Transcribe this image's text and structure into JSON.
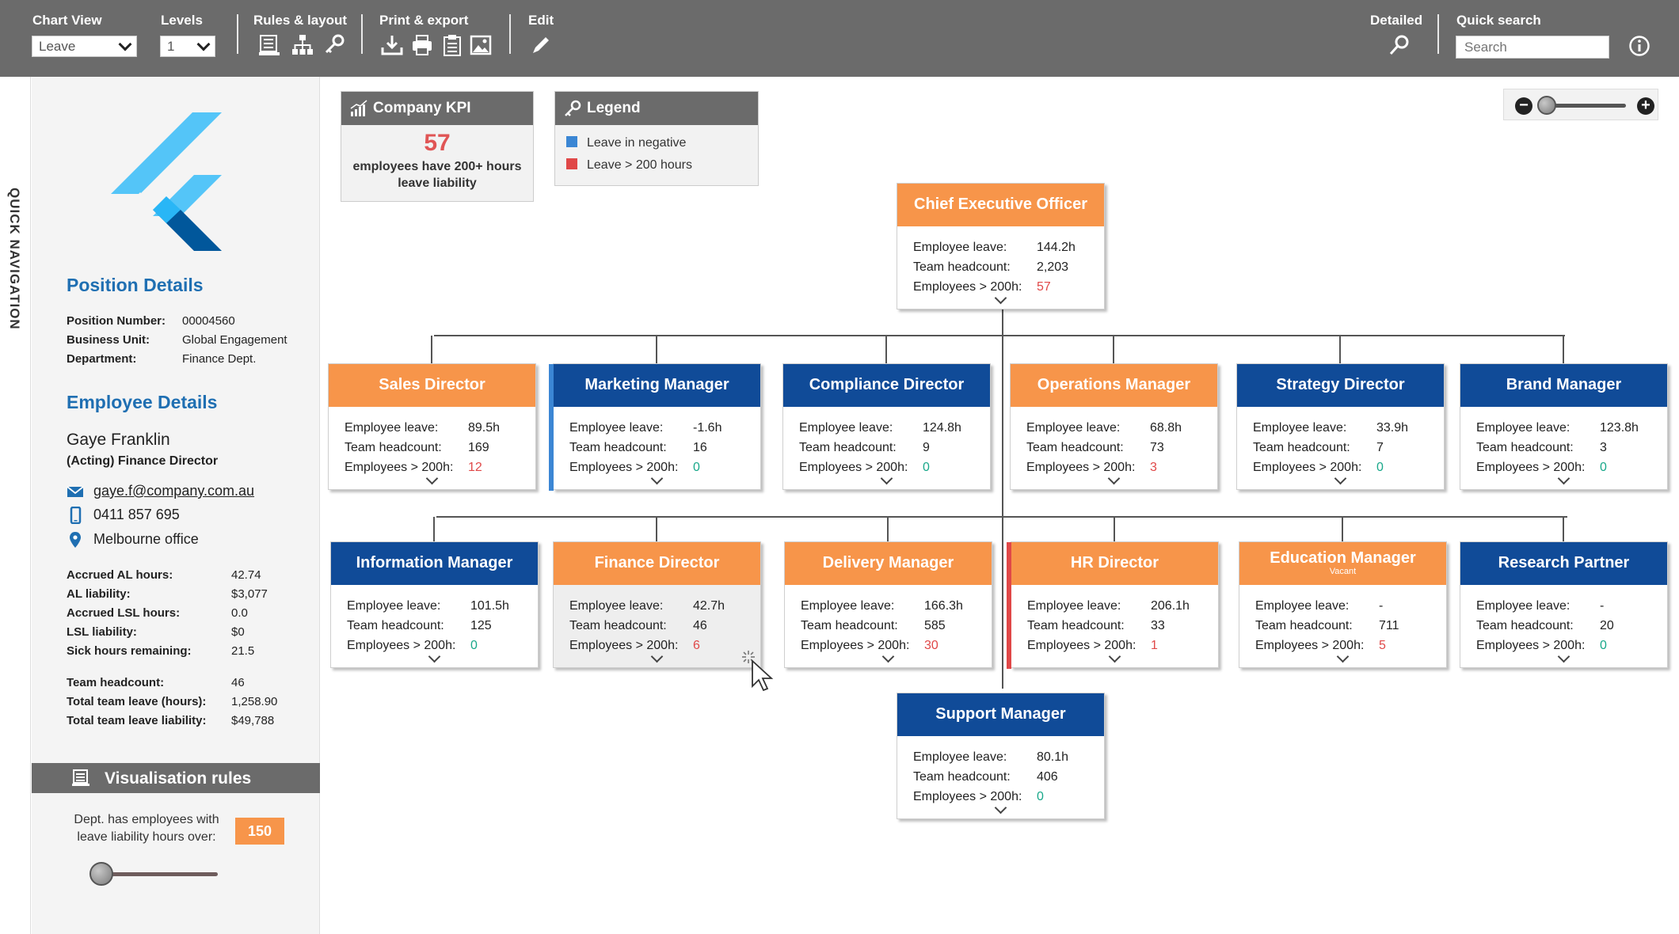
{
  "toolbar": {
    "chart_view_label": "Chart View",
    "chart_view_value": "Leave",
    "levels_label": "Levels",
    "levels_value": "1",
    "rules_label": "Rules & layout",
    "print_label": "Print & export",
    "edit_label": "Edit",
    "detailed_label": "Detailed",
    "quick_search_label": "Quick search",
    "search_placeholder": "Search"
  },
  "quick_nav_label": "QUICK NAVIGATION",
  "position": {
    "title": "Position Details",
    "number_label": "Position Number:",
    "number": "00004560",
    "unit_label": "Business Unit:",
    "unit": "Global Engagement",
    "dept_label": "Department:",
    "dept": "Finance Dept."
  },
  "employee": {
    "title": "Employee Details",
    "name": "Gaye Franklin",
    "role": "(Acting) Finance Director",
    "email": "gaye.f@company.com.au",
    "phone": "0411 857 695",
    "office": "Melbourne office",
    "stats": [
      {
        "label": "Accrued AL hours:",
        "value": "42.74"
      },
      {
        "label": "AL liability:",
        "value": "$3,077"
      },
      {
        "label": "Accrued LSL hours:",
        "value": "0.0"
      },
      {
        "label": "LSL liability:",
        "value": "$0"
      },
      {
        "label": "Sick hours remaining:",
        "value": "21.5"
      }
    ],
    "team": [
      {
        "label": "Team headcount:",
        "value": "46"
      },
      {
        "label": "Total team leave (hours):",
        "value": "1,258.90"
      },
      {
        "label": "Total team leave liability:",
        "value": "$49,788"
      }
    ]
  },
  "visualisation": {
    "title": "Visualisation rules",
    "text": "Dept. has employees with leave liability hours over:",
    "value": "150",
    "slider_level": 0.05
  },
  "kpi": {
    "title": "Company KPI",
    "number": "57",
    "text": "employees have 200+ hours leave liability"
  },
  "legend": {
    "title": "Legend",
    "items": [
      {
        "label": "Leave in negative",
        "color": "#3b86d4"
      },
      {
        "label": "Leave > 200 hours",
        "color": "#e04848"
      }
    ]
  },
  "zoom": {
    "minus": "−",
    "plus": "+",
    "level": 0.0
  },
  "labels": {
    "leave": "Employee leave:",
    "headcount": "Team headcount:",
    "over": "Employees > 200h:"
  },
  "org": {
    "ceo": {
      "title": "Chief Executive Officer",
      "leave": "144.2h",
      "headcount": "2,203",
      "over": "57",
      "over_color": "red"
    },
    "row1": [
      {
        "title": "Sales Director",
        "leave": "89.5h",
        "headcount": "169",
        "over": "12",
        "over_color": "red",
        "header": "orange"
      },
      {
        "title": "Marketing Manager",
        "leave": "-1.6h",
        "headcount": "16",
        "over": "0",
        "over_color": "green",
        "header": "blue"
      },
      {
        "title": "Compliance Director",
        "leave": "124.8h",
        "headcount": "9",
        "over": "0",
        "over_color": "green",
        "header": "blue"
      },
      {
        "title": "Operations Manager",
        "leave": "68.8h",
        "headcount": "73",
        "over": "3",
        "over_color": "red",
        "header": "orange"
      },
      {
        "title": "Strategy Director",
        "leave": "33.9h",
        "headcount": "7",
        "over": "0",
        "over_color": "green",
        "header": "blue"
      },
      {
        "title": "Brand Manager",
        "leave": "123.8h",
        "headcount": "3",
        "over": "0",
        "over_color": "green",
        "header": "blue"
      }
    ],
    "row2": [
      {
        "title": "Information Manager",
        "leave": "101.5h",
        "headcount": "125",
        "over": "0",
        "over_color": "green",
        "header": "blue"
      },
      {
        "title": "Finance Director",
        "leave": "42.7h",
        "headcount": "46",
        "over": "6",
        "over_color": "red",
        "header": "orange"
      },
      {
        "title": "Delivery Manager",
        "leave": "166.3h",
        "headcount": "585",
        "over": "30",
        "over_color": "red",
        "header": "orange"
      },
      {
        "title": "HR Director",
        "leave": "206.1h",
        "headcount": "33",
        "over": "1",
        "over_color": "red",
        "header": "orange"
      },
      {
        "title": "Education Manager",
        "sub": "Vacant",
        "leave": "-",
        "headcount": "711",
        "over": "5",
        "over_color": "red",
        "header": "orange"
      },
      {
        "title": "Research Partner",
        "leave": "-",
        "headcount": "20",
        "over": "0",
        "over_color": "green",
        "header": "blue"
      }
    ],
    "support": {
      "title": "Support Manager",
      "leave": "80.1h",
      "headcount": "406",
      "over": "0",
      "over_color": "green"
    }
  }
}
